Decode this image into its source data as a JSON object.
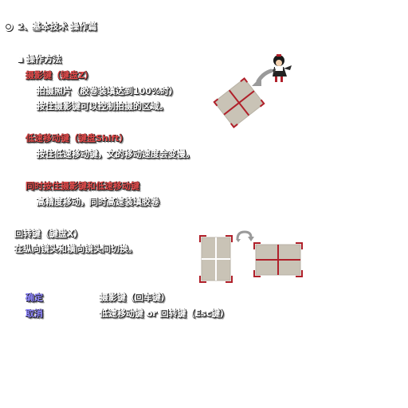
{
  "section_title": "2、基本技术 操作篇",
  "operation_heading": "▪ 操作方法",
  "shoot_key": {
    "title": "摄影键（键盘Z）",
    "line1": "拍摄照片（胶卷装填达到100%时）",
    "line2": "按住摄影键可以控制拍摄的区域。"
  },
  "slow_key": {
    "title": "低速移动键（键盘Shift）",
    "line1": "按住低速移动键，文的移动速度会变慢。"
  },
  "both_keys": {
    "title": "同时按住摄影键和低速移动键",
    "line1": "高精度移动，同时高速装填胶卷"
  },
  "rotate_key": {
    "title": "回转键（键盘X）",
    "line1": "在纵向镜头和横向镜头间切换。"
  },
  "menu": {
    "confirm_label": "确定",
    "confirm_value": "摄影键（回车键）",
    "cancel_label": "取消",
    "cancel_value": "低速移动键 or 回转键（Esc键）"
  },
  "colors": {
    "accent_red": "#e34b4b",
    "accent_blue": "#8f86ff",
    "frame_fill": "#c9c3b6",
    "frame_corner": "#b0202a"
  }
}
